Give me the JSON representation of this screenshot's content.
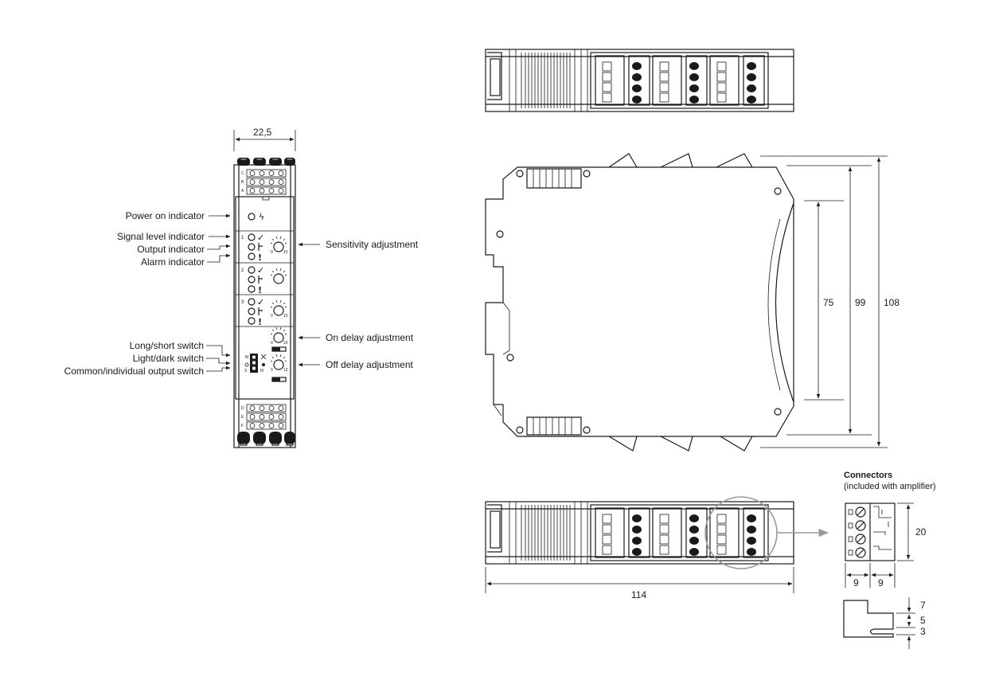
{
  "front_view": {
    "width_dim": "22,5",
    "terminal_rows_top": [
      "C",
      "B",
      "A"
    ],
    "terminal_rows_bottom": [
      "D",
      "E",
      "F"
    ],
    "channels": [
      "1",
      "2",
      "3"
    ],
    "dial_min": "0",
    "dial_max": "10",
    "switch_marks": [
      "M",
      "S",
      "III"
    ],
    "labels": {
      "power_on": "Power on indicator",
      "signal_level": "Signal level indicator",
      "output": "Output indicator",
      "alarm": "Alarm indicator",
      "sensitivity": "Sensitivity adjustment",
      "on_delay": "On delay adjustment",
      "off_delay": "Off delay adjustment",
      "long_short": "Long/short switch",
      "light_dark": "Light/dark switch",
      "common_individual": "Common/individual output switch"
    }
  },
  "side_view": {
    "dims": [
      "75",
      "99",
      "108"
    ]
  },
  "bottom_view": {
    "length_dim": "114"
  },
  "connectors": {
    "title": "Connectors",
    "subtitle": "(included with amplifier)",
    "height_dim": "20",
    "width_dims": [
      "9",
      "9"
    ],
    "side_dims": [
      "7",
      "5",
      "3"
    ]
  }
}
